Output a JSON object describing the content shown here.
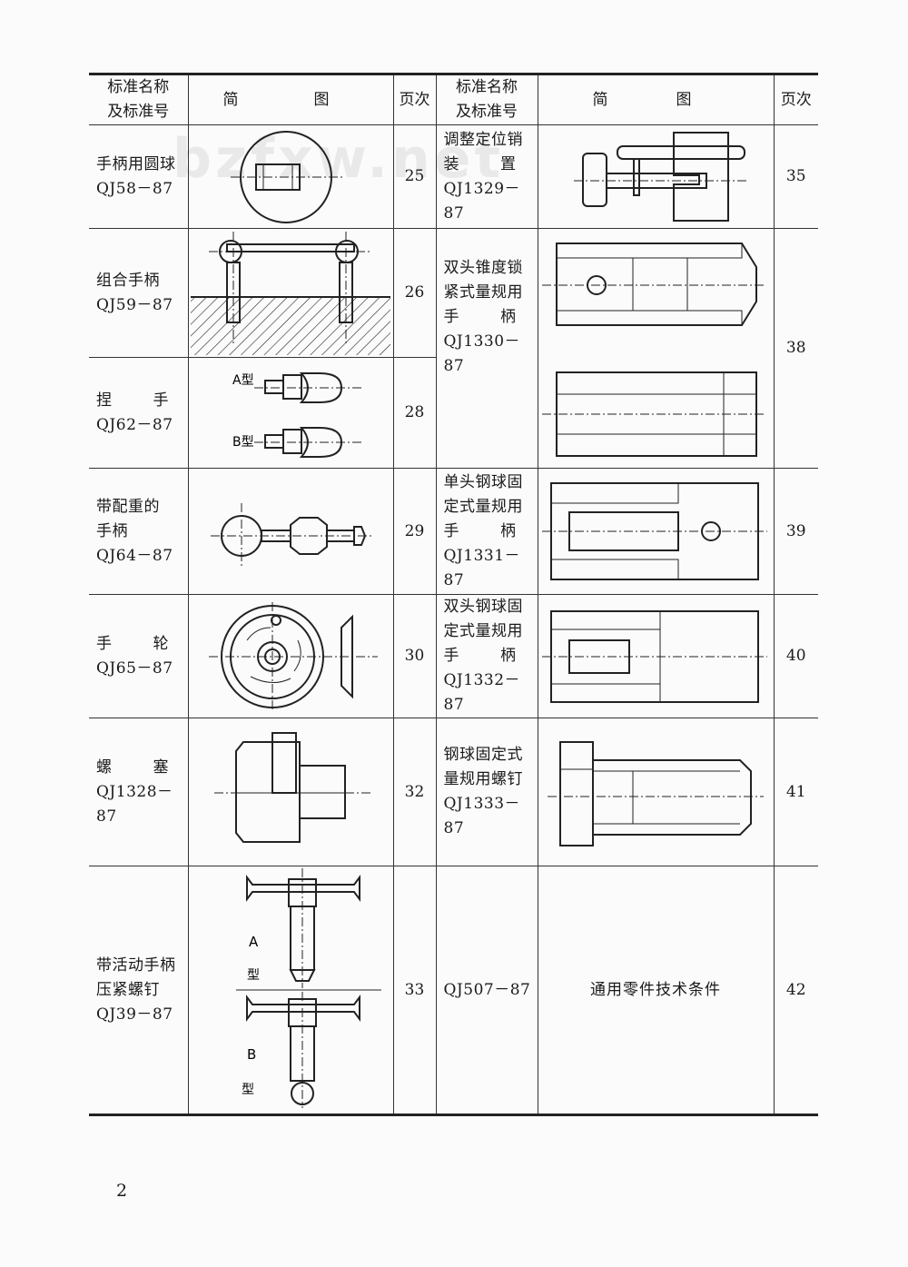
{
  "header": {
    "col_name": [
      "标准名称",
      "及标准号"
    ],
    "col_figure_a": "简",
    "col_figure_b": "图",
    "col_page": "页次"
  },
  "rows": [
    {
      "left": {
        "name": [
          "手柄用圆球"
        ],
        "code": "QJ58－87",
        "page": "25",
        "figure": "ball-handle"
      },
      "right": {
        "name": [
          "调整定位销",
          "装 置"
        ],
        "code": "QJ1329－87",
        "page": "35",
        "figure": "adjust-pin"
      }
    },
    {
      "left": {
        "name": [
          "组合手柄"
        ],
        "code": "QJ59－87",
        "page": "26",
        "figure": "combined-handle"
      },
      "right": {
        "name": [
          "双头锥度锁",
          "紧式量规用",
          "手 柄"
        ],
        "code": "QJ1330－87",
        "page": "38",
        "figure": "double-taper-handle"
      }
    },
    {
      "left": {
        "name": [
          "捏 手"
        ],
        "code": "QJ62－87",
        "page": "28",
        "figure": "knob",
        "type_labels": [
          "A型",
          "B型"
        ]
      },
      "right": null
    },
    {
      "left": {
        "name": [
          "带配重的",
          "手柄"
        ],
        "code": "QJ64－87",
        "page": "29",
        "figure": "counterweight-handle"
      },
      "right": {
        "name": [
          "单头钢球固",
          "定式量规用",
          "手 柄"
        ],
        "code": "QJ1331－87",
        "page": "39",
        "figure": "single-ball-handle"
      }
    },
    {
      "left": {
        "name": [
          "手 轮"
        ],
        "code": "QJ65－87",
        "page": "30",
        "figure": "handwheel"
      },
      "right": {
        "name": [
          "双头钢球固",
          "定式量规用",
          "手 柄"
        ],
        "code": "QJ1332－87",
        "page": "40",
        "figure": "double-ball-handle"
      }
    },
    {
      "left": {
        "name": [
          "螺 塞"
        ],
        "code": "QJ1328－87",
        "page": "32",
        "figure": "screw-plug"
      },
      "right": {
        "name": [
          "钢球固定式",
          "量规用螺钉"
        ],
        "code": "QJ1333－87",
        "page": "41",
        "figure": "gauge-screw"
      }
    },
    {
      "left": {
        "name": [
          "带活动手柄",
          "压紧螺钉"
        ],
        "code": "QJ39－87",
        "page": "33",
        "figure": "clamp-screw",
        "type_labels": [
          "A",
          "型",
          "B",
          "型"
        ]
      },
      "right": {
        "name": [],
        "code": "QJ507－87",
        "page": "42",
        "text": "通用零件技术条件"
      }
    }
  ],
  "watermark": "bzfxw.net",
  "page_number": "2"
}
